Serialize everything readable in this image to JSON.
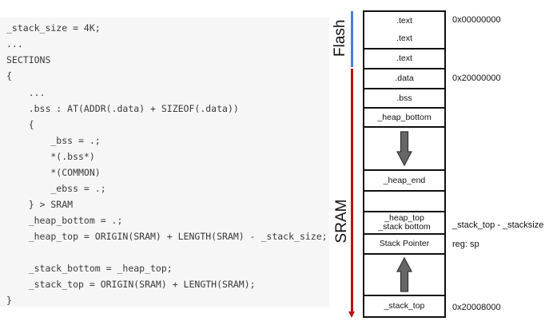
{
  "code": {
    "lines": [
      "_stack_size = 4K;",
      "...",
      "SECTIONS",
      "{",
      "    ...",
      "    .bss : AT(ADDR(.data) + SIZEOF(.data))",
      "    {",
      "        _bss = .;",
      "        *(.bss*)",
      "        *(COMMON)",
      "        _ebss = .;",
      "    } > SRAM",
      "    _heap_bottom = .;",
      "    _heap_top = ORIGIN(SRAM) + LENGTH(SRAM) - _stack_size;",
      "",
      "    _stack_bottom = _heap_top;",
      "    _stack_top = ORIGIN(SRAM) + LENGTH(SRAM);",
      "}"
    ]
  },
  "regions": {
    "flash": "Flash",
    "sram": "SRAM"
  },
  "colors": {
    "flash_bar": "#4a7fd1",
    "sram_bar": "#b81414"
  },
  "memory": {
    "cells": [
      {
        "label": ".text",
        "label2": ""
      },
      {
        "label": ".text",
        "label2": ""
      },
      {
        "label": ".text",
        "label2": ""
      },
      {
        "label": ".data",
        "label2": ""
      },
      {
        "label": ".bss",
        "label2": ""
      },
      {
        "label": "_heap_bottom",
        "label2": ""
      },
      {
        "label": "",
        "label2": "",
        "icon": "arrow-down-icon"
      },
      {
        "label": "_heap_end",
        "label2": ""
      },
      {
        "label": "",
        "label2": ""
      },
      {
        "label": "_heap_top",
        "label2": "_stack bottom"
      },
      {
        "label": "Stack Pointer",
        "label2": ""
      },
      {
        "label": "",
        "label2": "",
        "icon": "arrow-up-icon"
      },
      {
        "label": "_stack_top",
        "label2": ""
      }
    ],
    "annotations": [
      "0x00000000",
      "0x20000000",
      "_stack_top - _stacksize",
      "reg: sp",
      "0x20008000"
    ]
  }
}
